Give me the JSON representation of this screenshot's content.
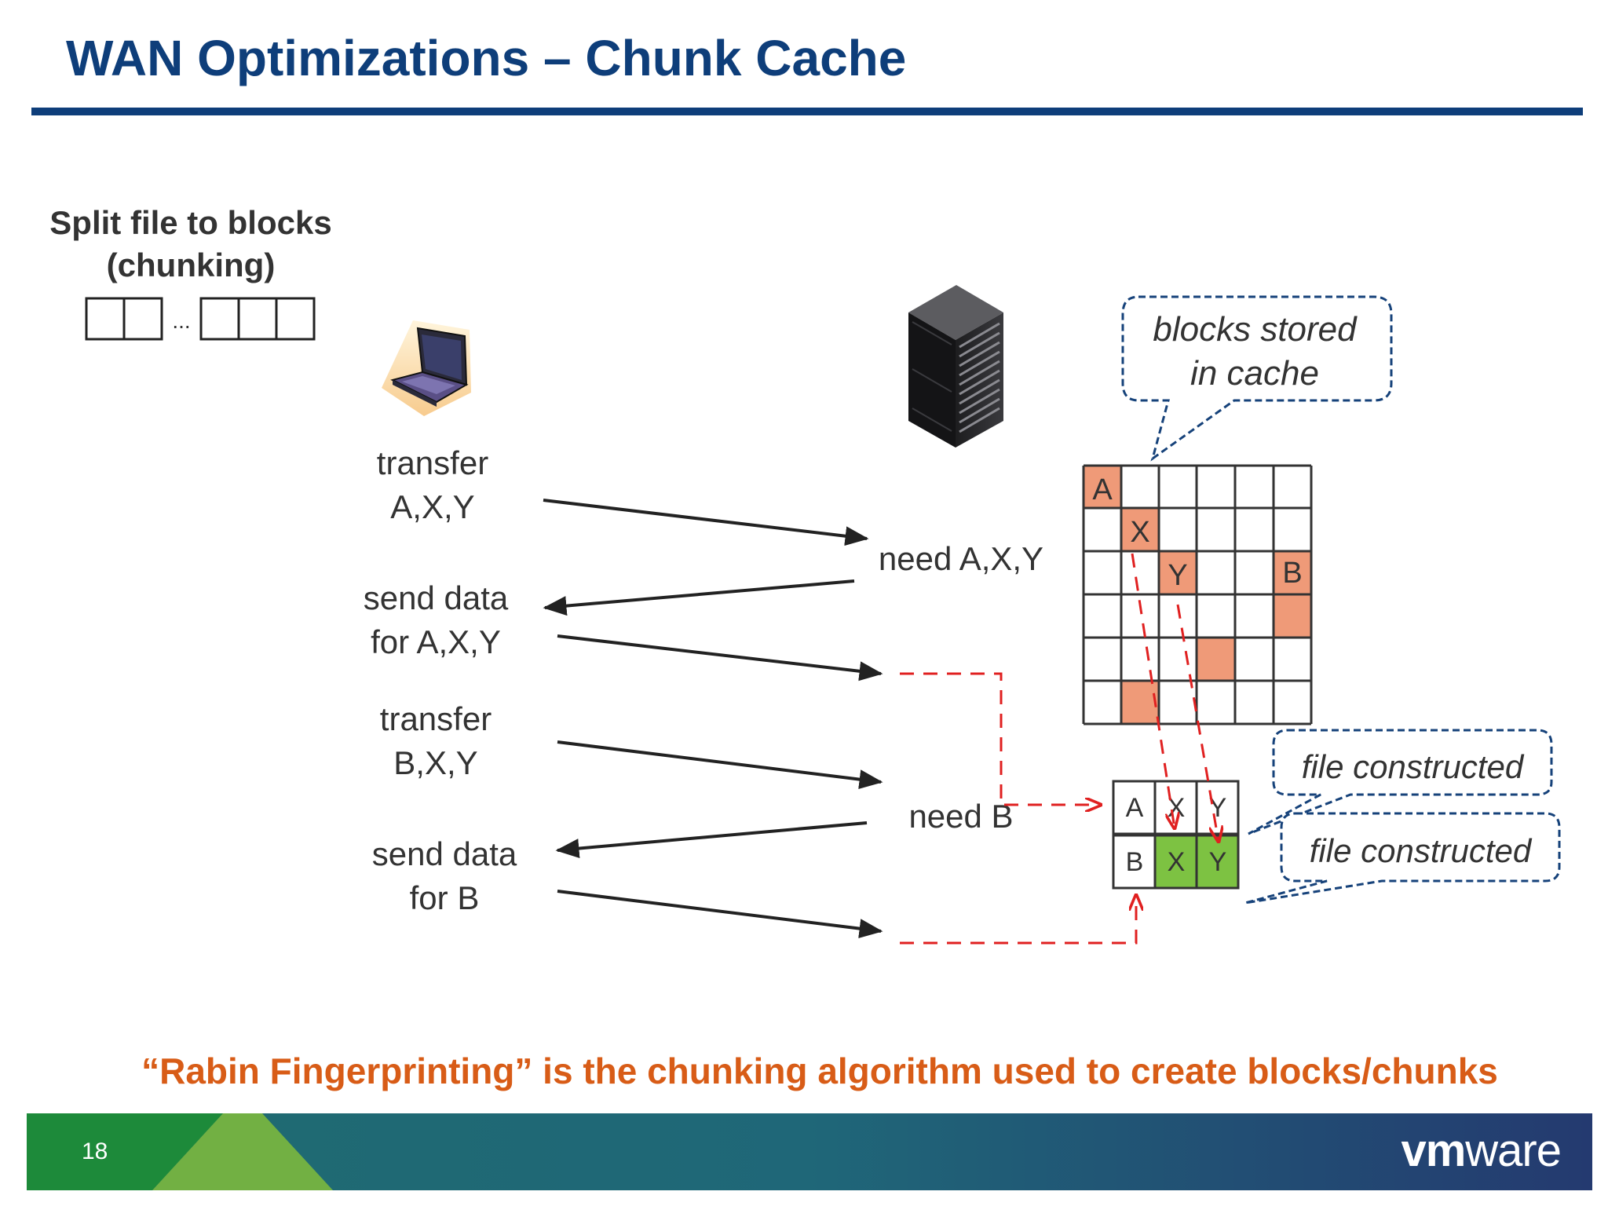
{
  "slide": {
    "title": "WAN Optimizations – Chunk Cache",
    "subtitle_line1": "Split file to blocks",
    "subtitle_line2": "(chunking)",
    "ellipsis": "...",
    "footer_note": "“Rabin Fingerprinting” is the chunking algorithm used to create blocks/chunks",
    "slide_number": "18",
    "logo_vm": "vm",
    "logo_ware": "ware"
  },
  "icons": {
    "client": "laptop-icon",
    "server": "server-rack-icon"
  },
  "client_messages": {
    "transfer_axy_1": "transfer",
    "transfer_axy_2": "A,X,Y",
    "send_axy_1": "send data",
    "send_axy_2": "for A,X,Y",
    "transfer_bxy_1": "transfer",
    "transfer_bxy_2": "B,X,Y",
    "send_b_1": "send data",
    "send_b_2": "for B"
  },
  "server_messages": {
    "need_axy": "need A,X,Y",
    "need_b": "need B"
  },
  "callouts": {
    "cache_line1": "blocks stored",
    "cache_line2": "in cache",
    "constructed_1": "file constructed",
    "constructed_2": "file constructed"
  },
  "cache_labels": {
    "a": "A",
    "x": "X",
    "y": "Y",
    "b": "B"
  },
  "file1_cells": [
    "A",
    "X",
    "Y"
  ],
  "file2_cells": [
    "B",
    "X",
    "Y"
  ],
  "colors": {
    "title": "#0e3e7a",
    "cached_block": "#ef9a78",
    "reused_block": "#7dc242",
    "dashed_red": "#e02020",
    "callout_border": "#16427a",
    "note_orange": "#d85c17",
    "footer_teal": "#1f6778",
    "footer_green": "#1d8a3a",
    "footer_light_green": "#72b043",
    "footer_navy": "#243a70"
  }
}
